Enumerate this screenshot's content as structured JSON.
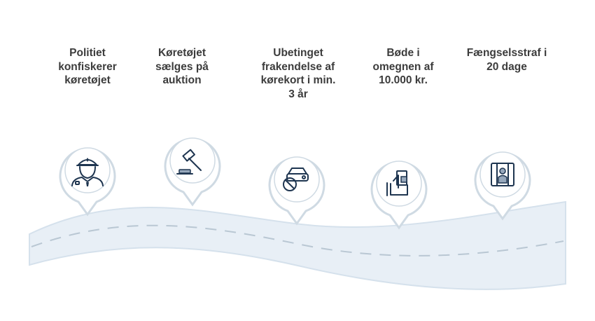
{
  "steps": [
    {
      "label": "Politiet\nkonfiskerer\nkøretøjet",
      "icon": "police-officer-icon"
    },
    {
      "label": "Køretøjet\nsælges på\nauktion",
      "icon": "auction-gavel-icon"
    },
    {
      "label": "Ubetinget\nfrakendelse af\nkørekort i min.\n3 år",
      "icon": "no-driving-car-icon"
    },
    {
      "label": "Bøde i\nomegnen af\n10.000 kr.",
      "icon": "fine-payment-icon"
    },
    {
      "label": "Fængselsstraf i\n20 dage",
      "icon": "prisoner-jail-icon"
    }
  ],
  "colors": {
    "road_fill": "#e8eff6",
    "road_edge": "#d5e1ec",
    "road_dash": "#b9c7d3",
    "pin_border": "#cfdae3",
    "icon_stroke": "#1e3550",
    "text": "#3c3c3c"
  }
}
